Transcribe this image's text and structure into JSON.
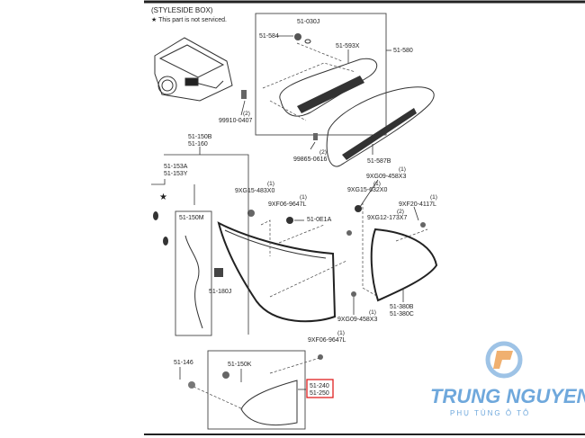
{
  "header": {
    "title": "(STYLESIDE BOX)",
    "note": "★ This part is not serviced."
  },
  "watermark": {
    "brand": "TRUNG NGUYEN",
    "tagline": "PHỤ TÙNG Ô TÔ"
  },
  "labels": {
    "p51_030J": "51-030J",
    "p51_584": "51-584",
    "p51_593X": "51-593X",
    "p51_580": "51-580",
    "p99910_0407": "99910-0407",
    "p99910_0407_qty": "(2)",
    "p51_150B": "51-150B",
    "p51_160": "51-160",
    "p51_153A": "51-153A",
    "p51_153Y": "51-153Y",
    "p99865_0616": "99865-0616",
    "p99865_0616_qty": "(2)",
    "p51_587B": "51-587B",
    "p9XG09_458X3_a": "9XG09-458X3",
    "p9XG09_458X3_a_qty": "(1)",
    "p9XG15_632X0": "9XG15-632X0",
    "p9XG15_632X0_qty": "(1)",
    "p9XG15_483X0": "9XG15-483X0",
    "p9XG15_483X0_qty": "(1)",
    "p9XF06_9647L_a": "9XF06-9647L",
    "p9XF06_9647L_a_qty": "(1)",
    "p9XF20_4117L": "9XF20-4117L",
    "p9XF20_4117L_qty": "(1)",
    "p51_0E1A": "51-0E1A",
    "p9XG12_173X7": "9XG12-173X7",
    "p9XG12_173X7_qty": "(2)",
    "p51_150M": "51-150M",
    "p51_180J": "51-180J",
    "p51_380B": "51-380B",
    "p51_380C": "51-380C",
    "p9XG09_458X3_b": "9XG09-458X3",
    "p9XG09_458X3_b_qty": "(1)",
    "p9XF06_9647L_b": "9XF06-9647L",
    "p9XF06_9647L_b_qty": "(1)",
    "p51_146": "51-146",
    "p51_150K": "51-150K",
    "p51_240": "51-240",
    "p51_250": "51-250"
  },
  "colors": {
    "highlight": "#e02020",
    "watermark": "#6fa8dc"
  }
}
